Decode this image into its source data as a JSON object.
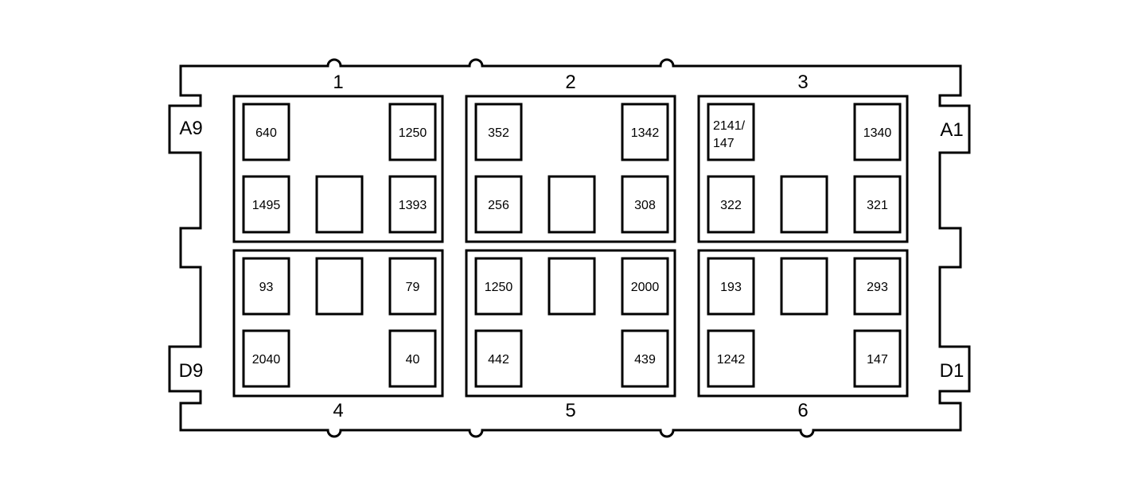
{
  "connector": {
    "pin_labels": {
      "top_left": "A9",
      "top_right": "A1",
      "bottom_left": "D9",
      "bottom_right": "D1"
    },
    "sections": [
      {
        "label": "1",
        "cells": {
          "tl": "640",
          "tr": "1250",
          "bl": "1495",
          "bc": "",
          "br": "1393"
        }
      },
      {
        "label": "2",
        "cells": {
          "tl": "352",
          "tr": "1342",
          "bl": "256",
          "bc": "",
          "br": "308"
        }
      },
      {
        "label": "3",
        "cells": {
          "tl": [
            "2141/",
            "147"
          ],
          "tr": "1340",
          "bl": "322",
          "bc": "",
          "br": "321"
        }
      },
      {
        "label": "4",
        "cells": {
          "tl": "93",
          "tc": "",
          "tr": "79",
          "bl": "2040",
          "br": "40"
        }
      },
      {
        "label": "5",
        "cells": {
          "tl": "1250",
          "tc": "",
          "tr": "2000",
          "bl": "442",
          "br": "439"
        }
      },
      {
        "label": "6",
        "cells": {
          "tl": "193",
          "tc": "",
          "tr": "293",
          "bl": "1242",
          "br": "147"
        }
      }
    ]
  }
}
